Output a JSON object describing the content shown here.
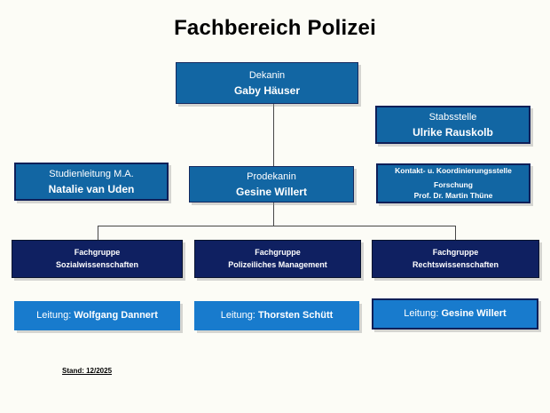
{
  "title": "Fachbereich Polizei",
  "boxes": {
    "dekanin": {
      "role": "Dekanin",
      "name": "Gaby Häuser"
    },
    "stabsstelle": {
      "role": "Stabsstelle",
      "name": "Ulrike Rauskolb"
    },
    "studienleitung": {
      "role": "Studienleitung M.A.",
      "name": "Natalie van Uden"
    },
    "prodekanin": {
      "role": "Prodekanin",
      "name": "Gesine Willert"
    },
    "kontakt": {
      "line1": "Kontakt- u. Koordinierungsstelle",
      "line2": "Forschung",
      "name": "Prof. Dr. Martin Thüne"
    },
    "fachgruppe_sozial": {
      "line1": "Fachgruppe",
      "line2": "Sozialwissenschaften"
    },
    "fachgruppe_polizei": {
      "line1": "Fachgruppe",
      "line2": "Polizeiliches Management"
    },
    "fachgruppe_recht": {
      "line1": "Fachgruppe",
      "line2": "Rechtswissenschaften"
    },
    "leitung_sozial": {
      "label": "Leitung:",
      "name": "Wolfgang Dannert"
    },
    "leitung_polizei": {
      "label": "Leitung:",
      "name": "Thorsten Schütt"
    },
    "leitung_recht": {
      "label": "Leitung:",
      "name": "Gesine Willert"
    }
  },
  "footer": {
    "stand": "Stand: 12/2025"
  },
  "colors": {
    "background": "#fcfcf6",
    "medium_blue": "#1266a3",
    "navy": "#0f2061",
    "bright_blue": "#187bcd",
    "border_navy": "#0f1f58",
    "connector": "#474747",
    "title_text": "#000000",
    "box_text": "#ffffff"
  }
}
